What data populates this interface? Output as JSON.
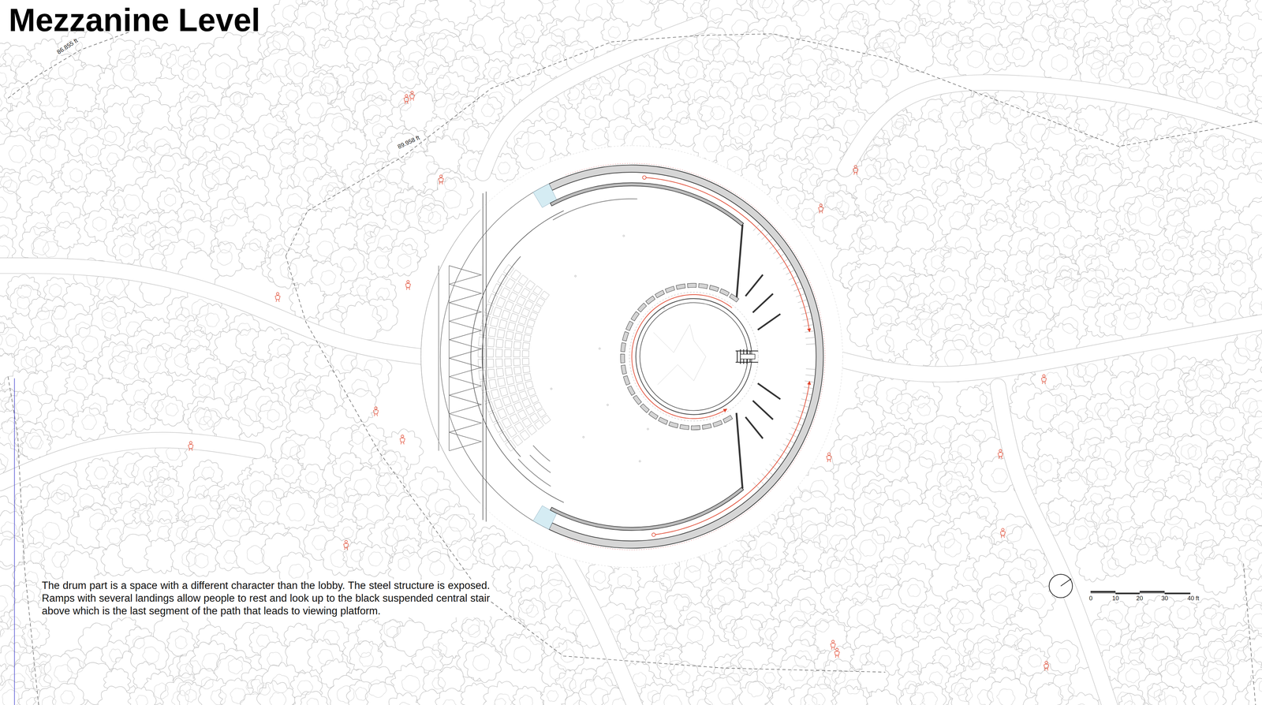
{
  "diagram": {
    "title": "Mezzanine Level",
    "caption": "The drum part is a space with a different character than the lobby. The steel structure is exposed. Ramps with several landings allow people to rest and look up to the black suspended central stair above which is the last segment of the path that leads to viewing platform.",
    "labels": [
      "86.855 ft",
      "89.958 ft",
      "0",
      "10",
      "20",
      "30",
      "40 ft"
    ]
  }
}
